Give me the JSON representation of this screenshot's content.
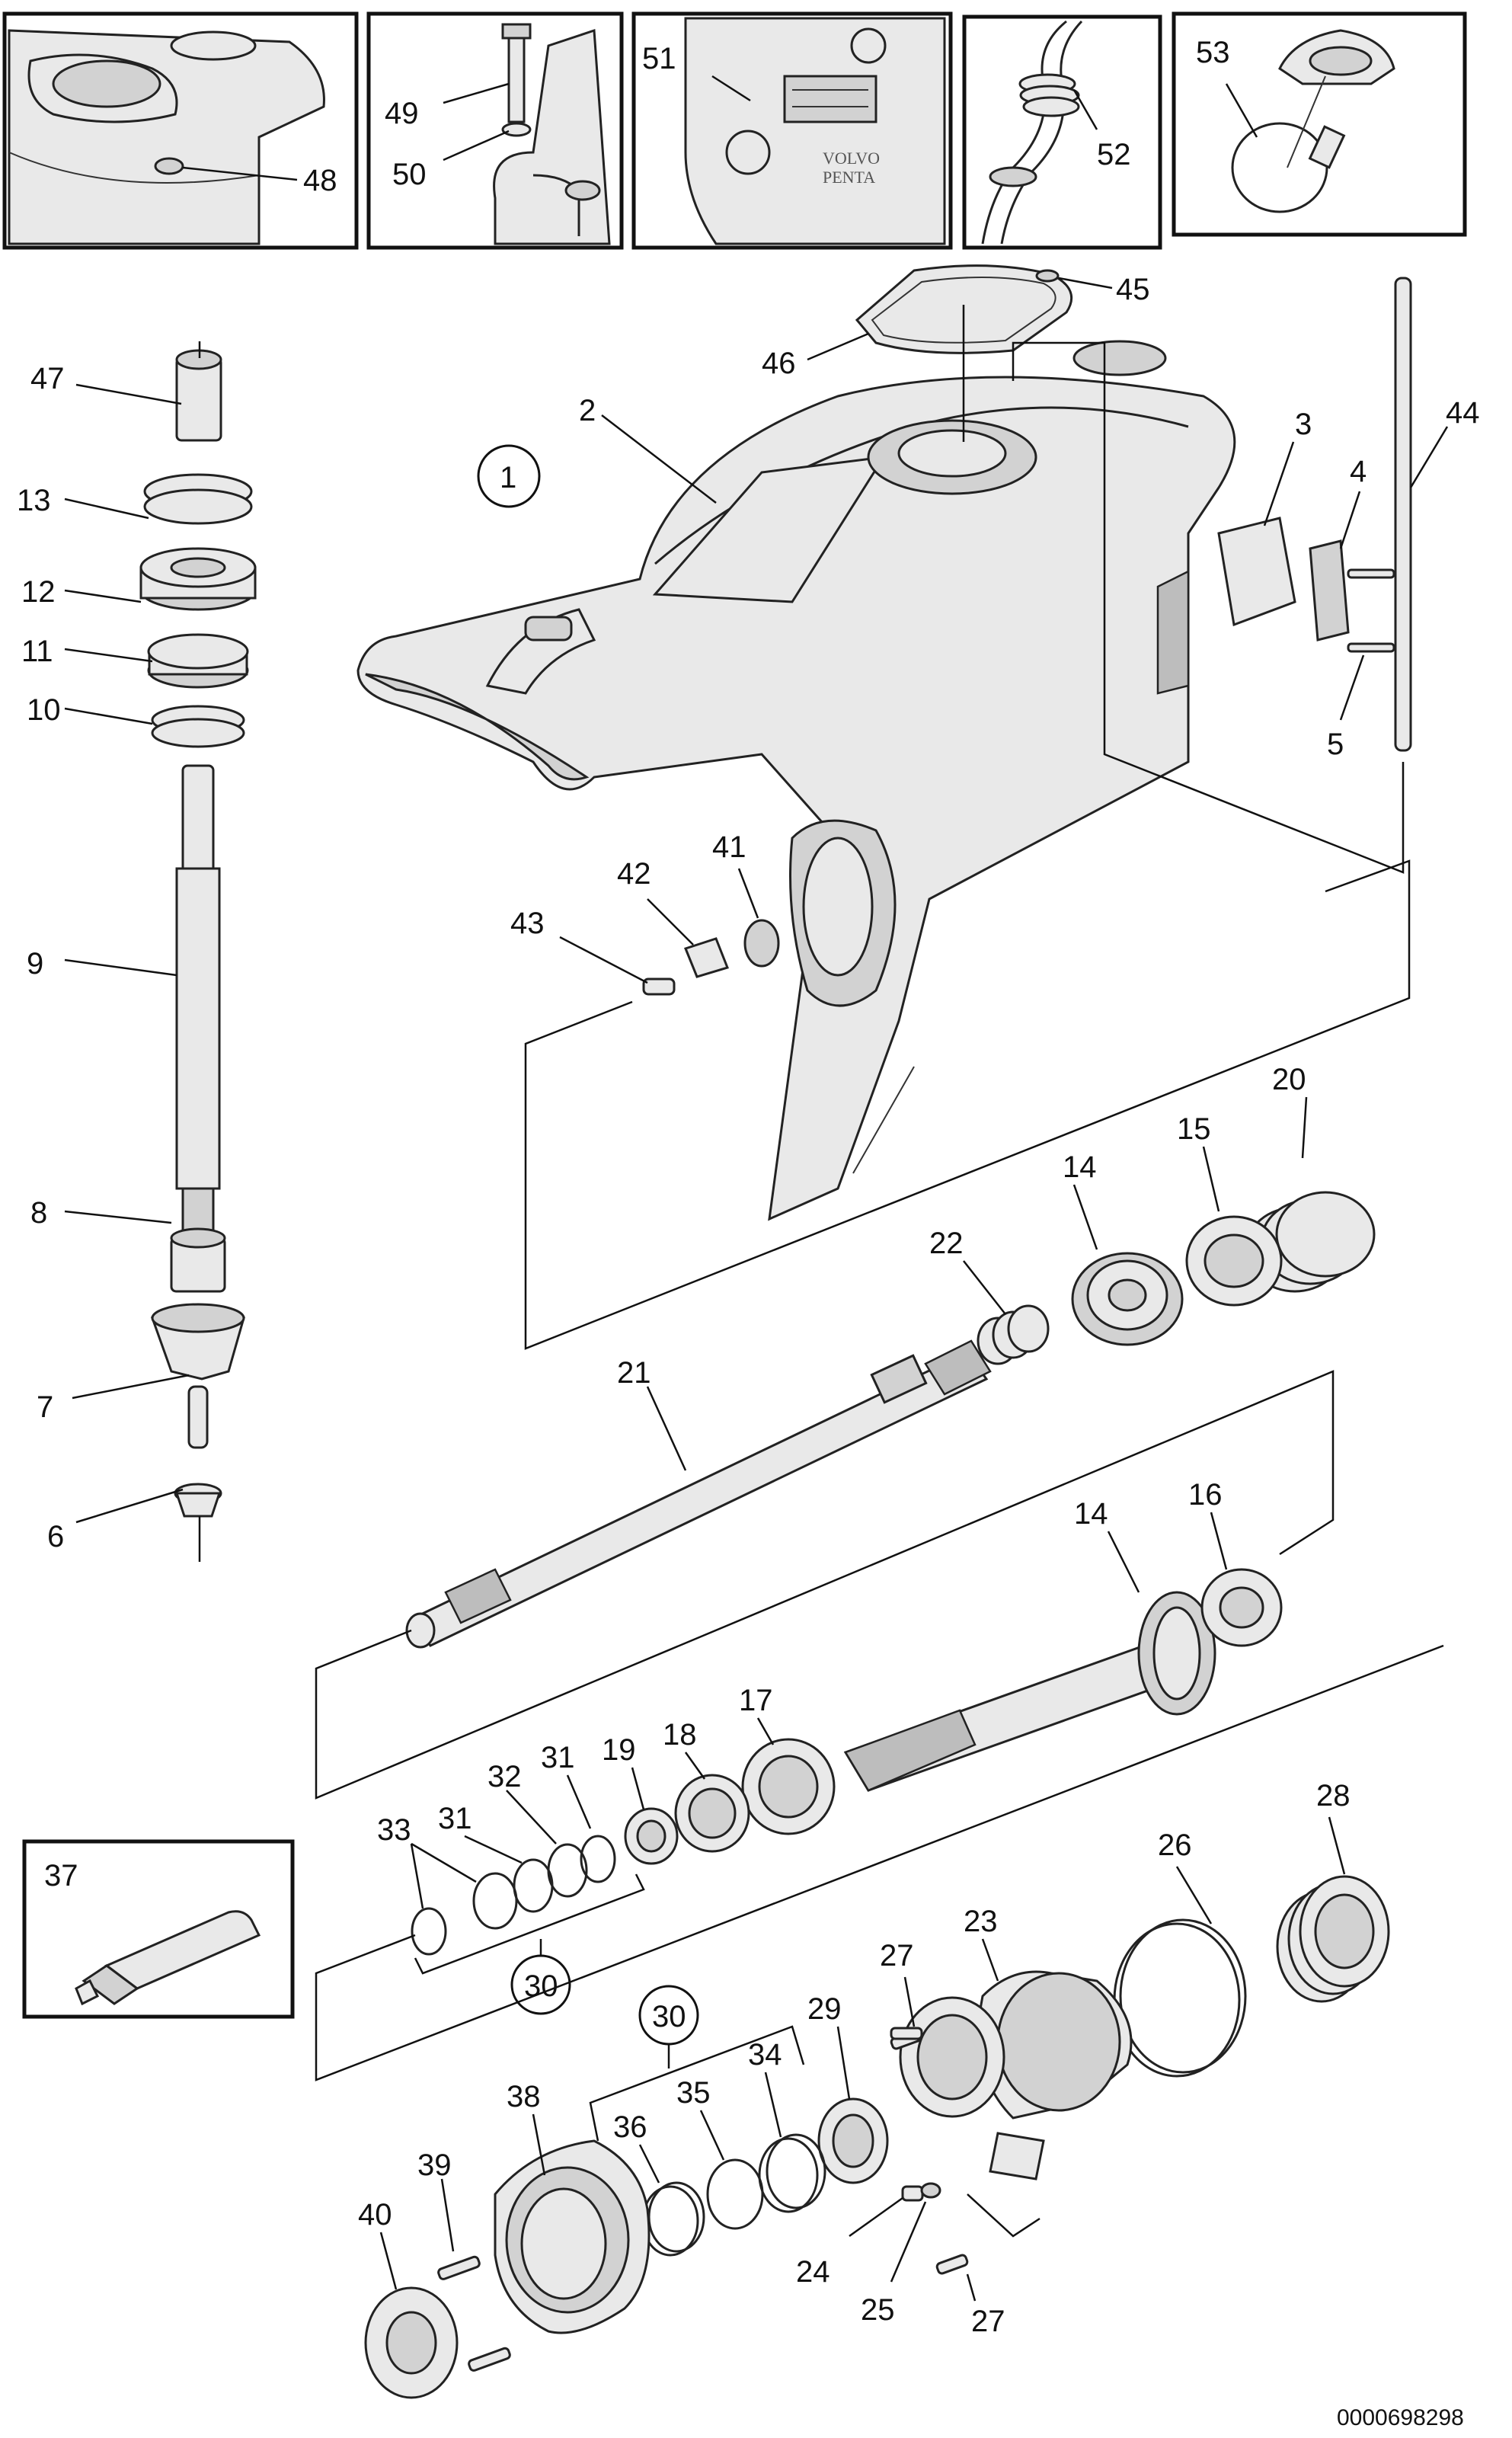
{
  "diagram": {
    "labels": {
      "l1": "1",
      "l2": "2",
      "l3": "3",
      "l4": "4",
      "l5": "5",
      "l6": "6",
      "l7": "7",
      "l8": "8",
      "l9": "9",
      "l10": "10",
      "l11": "11",
      "l12": "12",
      "l13": "13",
      "l14a": "14",
      "l14b": "14",
      "l15": "15",
      "l16": "16",
      "l17": "17",
      "l18": "18",
      "l19": "19",
      "l20": "20",
      "l21": "21",
      "l22": "22",
      "l23": "23",
      "l24": "24",
      "l25": "25",
      "l26": "26",
      "l27a": "27",
      "l27b": "27",
      "l28": "28",
      "l29": "29",
      "l30a": "30",
      "l30b": "30",
      "l31a": "31",
      "l31b": "31",
      "l32": "32",
      "l33": "33",
      "l34": "34",
      "l35": "35",
      "l36": "36",
      "l37": "37",
      "l38": "38",
      "l39": "39",
      "l40": "40",
      "l41": "41",
      "l42": "42",
      "l43": "43",
      "l44": "44",
      "l45": "45",
      "l46": "46",
      "l47": "47",
      "l48": "48",
      "l49": "49",
      "l50": "50",
      "l51": "51",
      "l52": "52",
      "l53": "53"
    },
    "brand_line1": "VOLVO",
    "brand_line2": "PENTA",
    "ref_code": "0000698298"
  }
}
